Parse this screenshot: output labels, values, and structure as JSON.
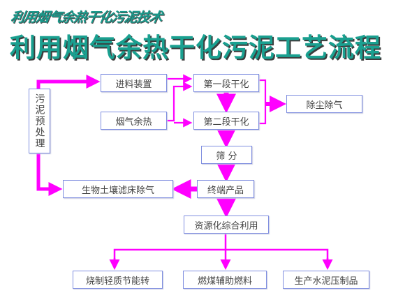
{
  "header": {
    "subtitle": "利用烟气余热干化污泥技术",
    "title": "利用烟气余热干化污泥工艺流程"
  },
  "colors": {
    "title": "#1aa090",
    "arrow": "#ff00ff",
    "box_border": "#7f8ee0",
    "box_text": "#444444"
  },
  "nodes": {
    "pretreatment": "污泥预处理",
    "feeding": "进料装置",
    "flue_heat": "烟气余热",
    "stage1": "第一段干化",
    "stage2": "第二段干化",
    "dedust": "除尘除气",
    "screening": "筛 分",
    "terminal": "终端产品",
    "biofilter": "生物土壤滤床除气",
    "utilization": "资源化综合利用",
    "brick": "烧制轻质节能转",
    "fuel": "燃煤辅助燃料",
    "cement": "生产水泥压制品"
  }
}
